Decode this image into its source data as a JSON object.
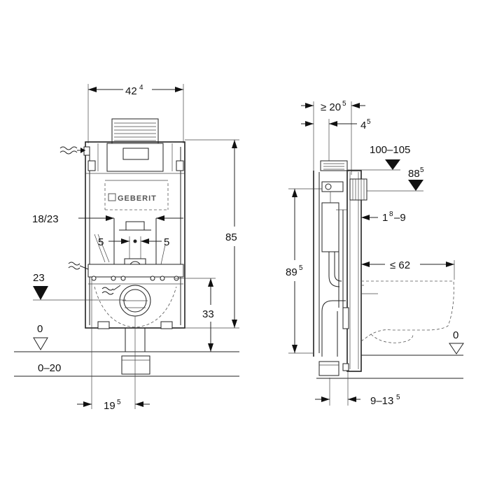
{
  "front_view": {
    "width_main": "42",
    "width_sup": "4",
    "height_total": "85",
    "pipe_spacing": "18/23",
    "offset_left": "5",
    "offset_right": "5",
    "level_23": "23",
    "height_33": "33",
    "floor_0": "0",
    "floor_range": "0–20",
    "bottom_main": "19",
    "bottom_sup": "5",
    "logo": "GEBERIT"
  },
  "side_view": {
    "depth_main": "≥ 20",
    "depth_sup": "5",
    "top_offset_main": "4",
    "top_offset_sup": "5",
    "range_top": "100–105",
    "level_88_main": "88",
    "level_88_sup": "5",
    "gap_main": "1",
    "gap_sup": "8",
    "gap_tail": "–9",
    "height_89_main": "89",
    "height_89_sup": "5",
    "bowl_max": "≤ 62",
    "floor_0": "0",
    "wall_main": "9–13",
    "wall_sup": "5"
  }
}
